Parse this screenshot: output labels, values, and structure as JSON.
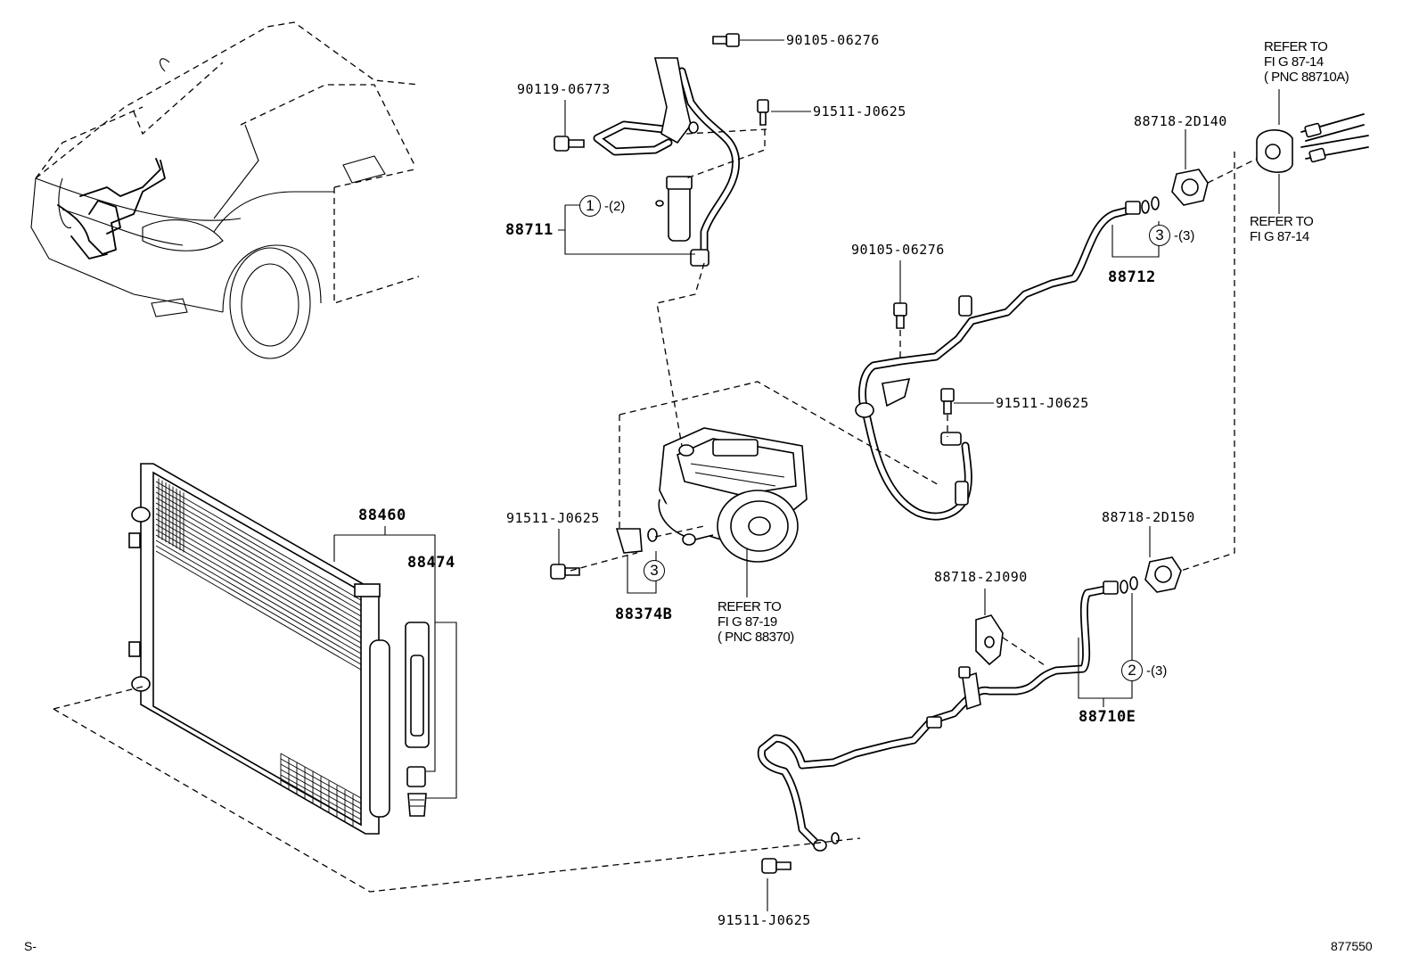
{
  "labels": {
    "p90105_top": "90105-06276",
    "p90119": "90119-06773",
    "p91511_a": "91511-J0625",
    "p88711": "88711",
    "p88718_2D140": "88718-2D140",
    "p90105_mid": "90105-06276",
    "p88712": "88712",
    "p91511_b": "91511-J0625",
    "p91511_c": "91511-J0625",
    "p88374B": "88374B",
    "p88460": "88460",
    "p88474": "88474",
    "p88718_2D150": "88718-2D150",
    "p88718_2J090": "88718-2J090",
    "p88710E": "88710E",
    "p91511_d": "91511-J0625"
  },
  "refs": {
    "ref_top_right": [
      "REFER TO",
      "FI G 87-14",
      "( PNC 88710A)"
    ],
    "ref_right": [
      "REFER TO",
      "FI G 87-14"
    ],
    "ref_compressor": [
      "REFER TO",
      "FI G 87-19",
      "( PNC 88370)"
    ]
  },
  "callouts": {
    "c1": {
      "num": "1",
      "qty": "-(2)"
    },
    "c3_top": {
      "num": "3",
      "qty": "-(3)"
    },
    "c3_mid": {
      "num": "3",
      "qty": ""
    },
    "c2": {
      "num": "2",
      "qty": "-(3)"
    }
  },
  "footer": {
    "left": "S-",
    "right": "877550"
  }
}
